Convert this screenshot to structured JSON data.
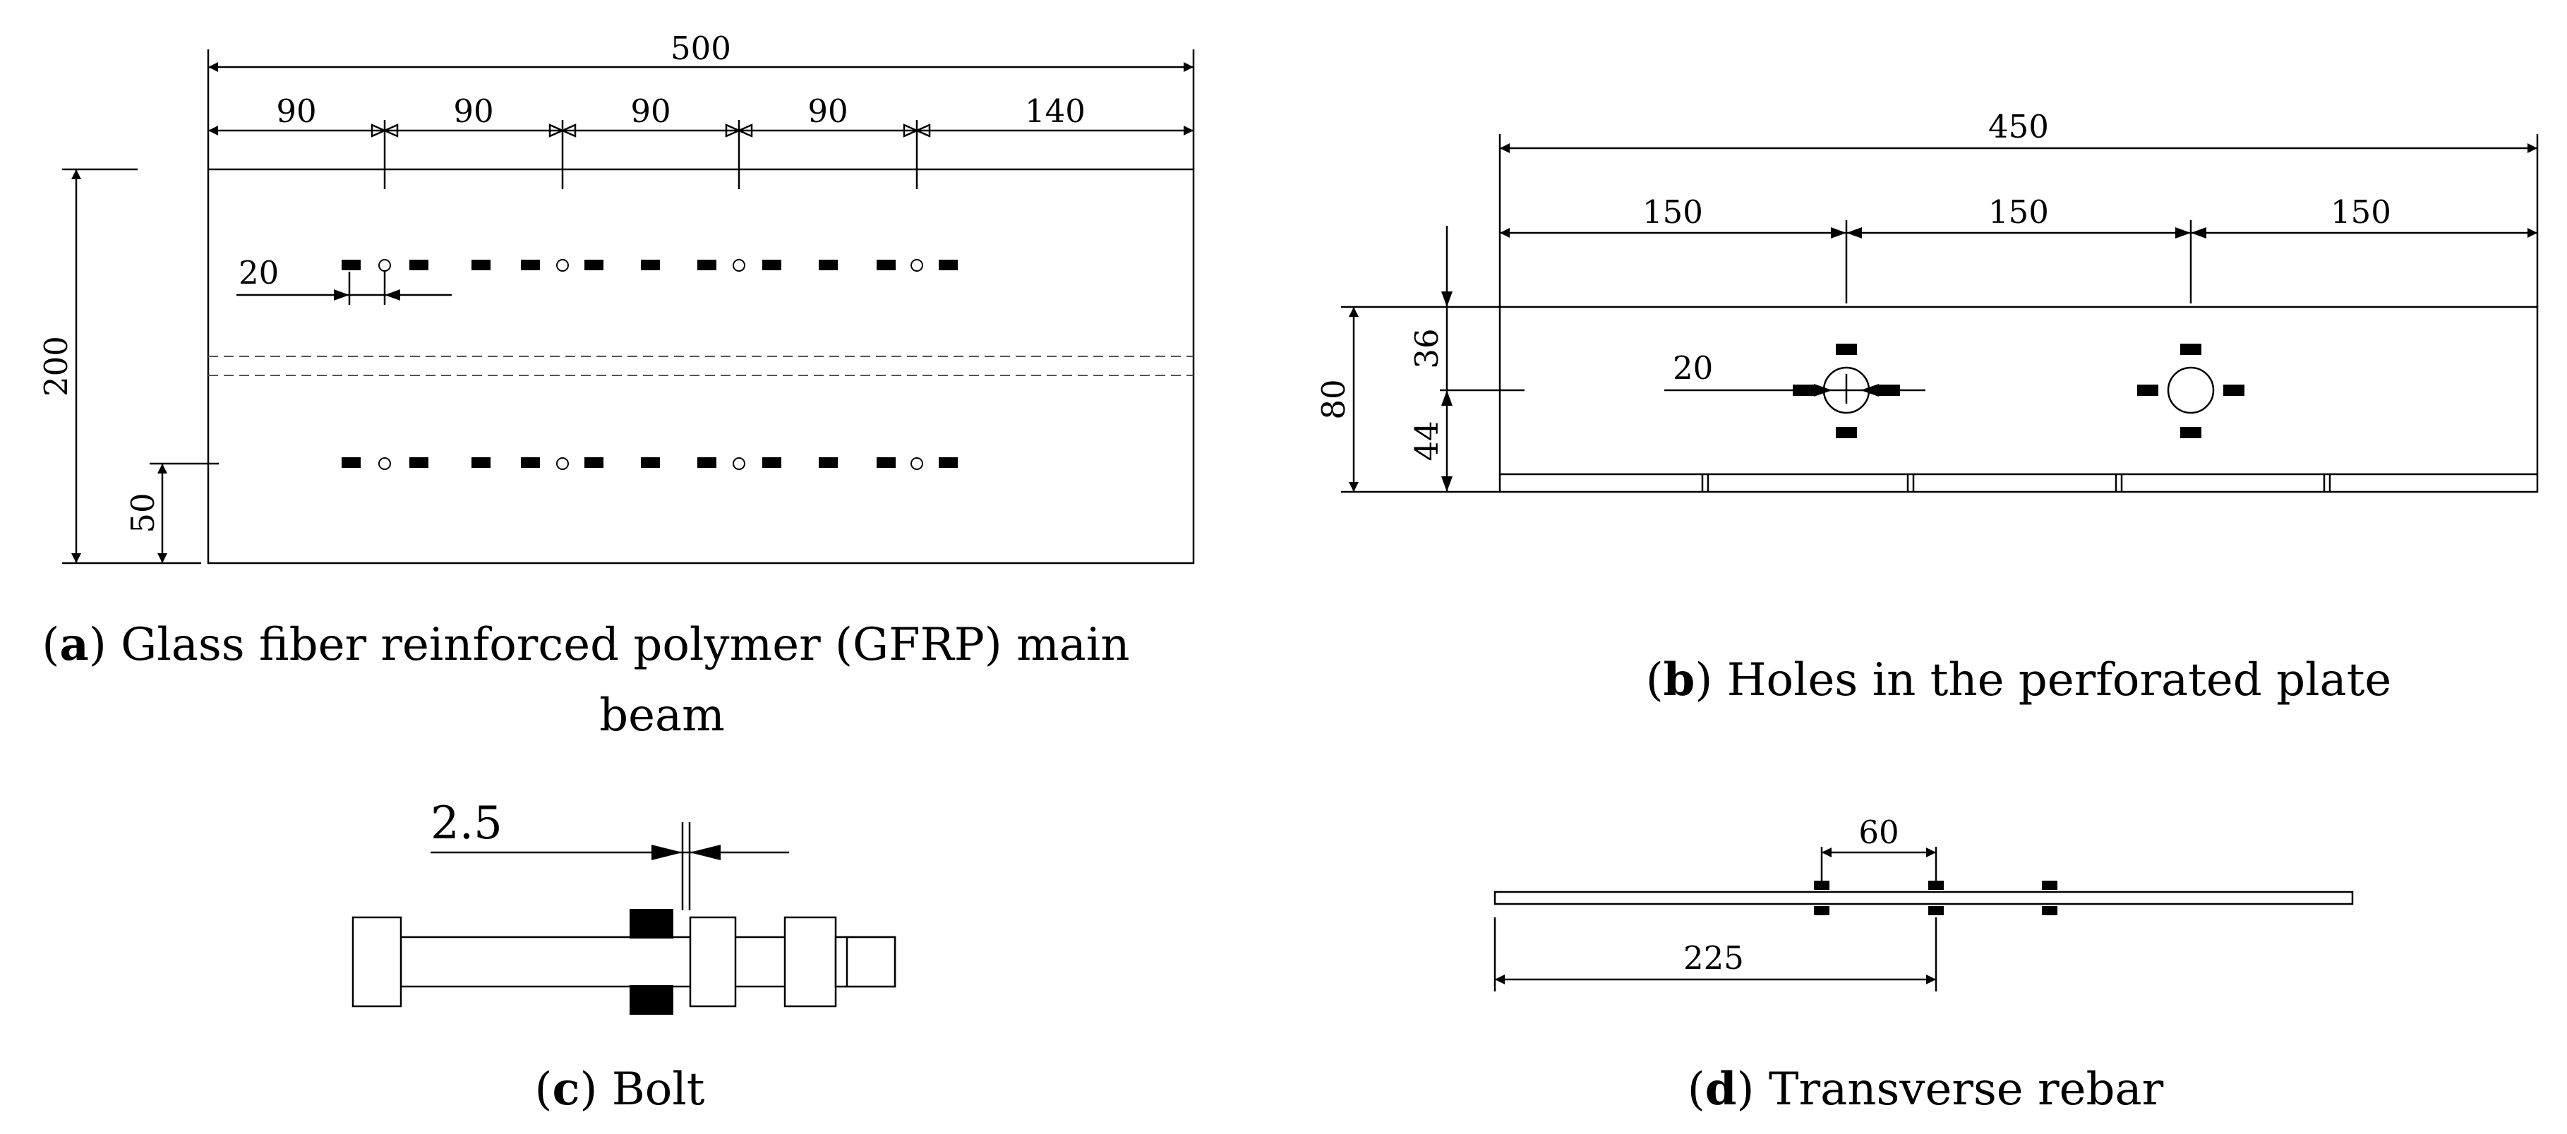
{
  "panel_a": {
    "dim_total": "500",
    "dim_spacings": [
      "90",
      "90",
      "90",
      "90",
      "140"
    ],
    "dim_height": "200",
    "dim_bottom": "50",
    "dim_gap": "20",
    "caption_letter": "a",
    "caption_line1": " Glass fiber reinforced polymer (GFRP) main",
    "caption_line2": "beam"
  },
  "panel_b": {
    "dim_total": "450",
    "dim_spacings": [
      "150",
      "150",
      "150"
    ],
    "dim_height": "80",
    "dim_top": "36",
    "dim_bottom": "44",
    "dim_gap": "20",
    "caption_letter": "b",
    "caption_text": " Holes in the perforated plate"
  },
  "panel_c": {
    "dim_gap": "2.5",
    "caption_letter": "c",
    "caption_text": " Bolt"
  },
  "panel_d": {
    "dim_spacing": "60",
    "dim_length": "225",
    "caption_letter": "d",
    "caption_text": " Transverse rebar"
  }
}
